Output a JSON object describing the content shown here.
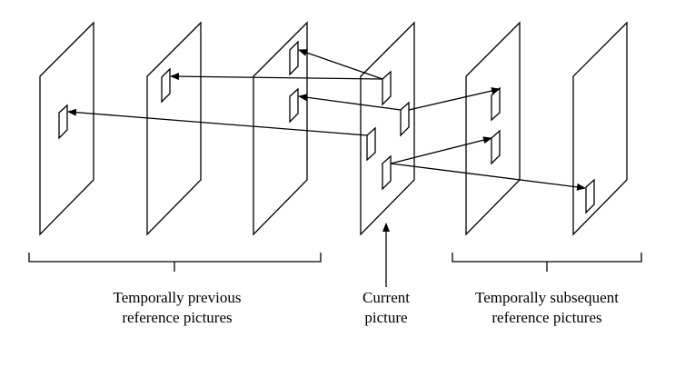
{
  "labels": {
    "previous_line1": "Temporally previous",
    "previous_line2": "reference pictures",
    "current_line1": "Current",
    "current_line2": "picture",
    "subsequent_line1": "Temporally subsequent",
    "subsequent_line2": "reference pictures"
  }
}
